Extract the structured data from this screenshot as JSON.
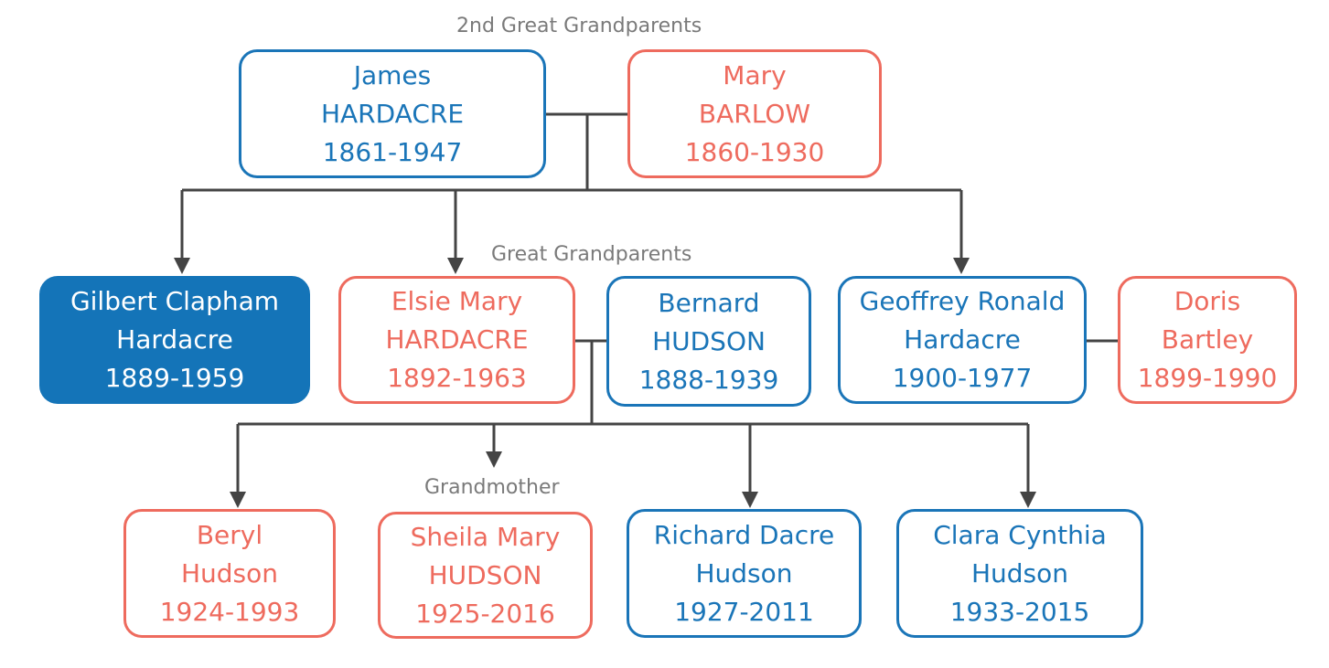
{
  "generations": {
    "second_great_grandparents": "2nd Great Grandparents",
    "great_grandparents": "Great Grandparents",
    "grandmother": "Grandmother"
  },
  "people": {
    "james": {
      "first": "James",
      "last": "HARDACRE",
      "dates": "1861-1947",
      "gender": "male"
    },
    "mary": {
      "first": "Mary",
      "last": "BARLOW",
      "dates": "1860-1930",
      "gender": "female"
    },
    "gilbert": {
      "first": "Gilbert Clapham",
      "last": "Hardacre",
      "dates": "1889-1959",
      "gender": "male",
      "highlighted": true
    },
    "elsie": {
      "first": "Elsie Mary",
      "last": "HARDACRE",
      "dates": "1892-1963",
      "gender": "female"
    },
    "bernard": {
      "first": "Bernard",
      "last": "HUDSON",
      "dates": "1888-1939",
      "gender": "male"
    },
    "geoffrey": {
      "first": "Geoffrey Ronald",
      "last": "Hardacre",
      "dates": "1900-1977",
      "gender": "male"
    },
    "doris": {
      "first": "Doris",
      "last": "Bartley",
      "dates": "1899-1990",
      "gender": "female"
    },
    "beryl": {
      "first": "Beryl",
      "last": "Hudson",
      "dates": "1924-1993",
      "gender": "female"
    },
    "sheila": {
      "first": "Sheila Mary",
      "last": "HUDSON",
      "dates": "1925-2016",
      "gender": "female"
    },
    "richard": {
      "first": "Richard Dacre",
      "last": "Hudson",
      "dates": "1927-2011",
      "gender": "male"
    },
    "clara": {
      "first": "Clara Cynthia",
      "last": "Hudson",
      "dates": "1933-2015",
      "gender": "male"
    }
  },
  "colors": {
    "male": "#1a75b8",
    "female": "#ee6b5e",
    "highlight_fill": "#1474b8",
    "connector": "#444444",
    "generation_label": "#7a7a7a"
  }
}
